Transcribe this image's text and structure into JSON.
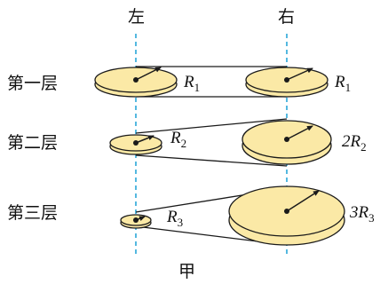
{
  "column_labels": {
    "left": "左",
    "right": "右"
  },
  "layers": [
    {
      "name": "第一层",
      "left_radius": {
        "symbol": "R",
        "sub": "1",
        "coef": ""
      },
      "right_radius": {
        "symbol": "R",
        "sub": "1",
        "coef": ""
      }
    },
    {
      "name": "第二层",
      "left_radius": {
        "symbol": "R",
        "sub": "2",
        "coef": ""
      },
      "right_radius": {
        "symbol": "R",
        "sub": "2",
        "coef": "2"
      }
    },
    {
      "name": "第三层",
      "left_radius": {
        "symbol": "R",
        "sub": "3",
        "coef": ""
      },
      "right_radius": {
        "symbol": "R",
        "sub": "3",
        "coef": "3"
      }
    }
  ],
  "caption": "甲",
  "colors": {
    "wheel_fill": "#fbe9a6",
    "wheel_edge": "#1a1a1a",
    "axis_line": "#2aa7d9",
    "belt": "#1a1a1a"
  }
}
